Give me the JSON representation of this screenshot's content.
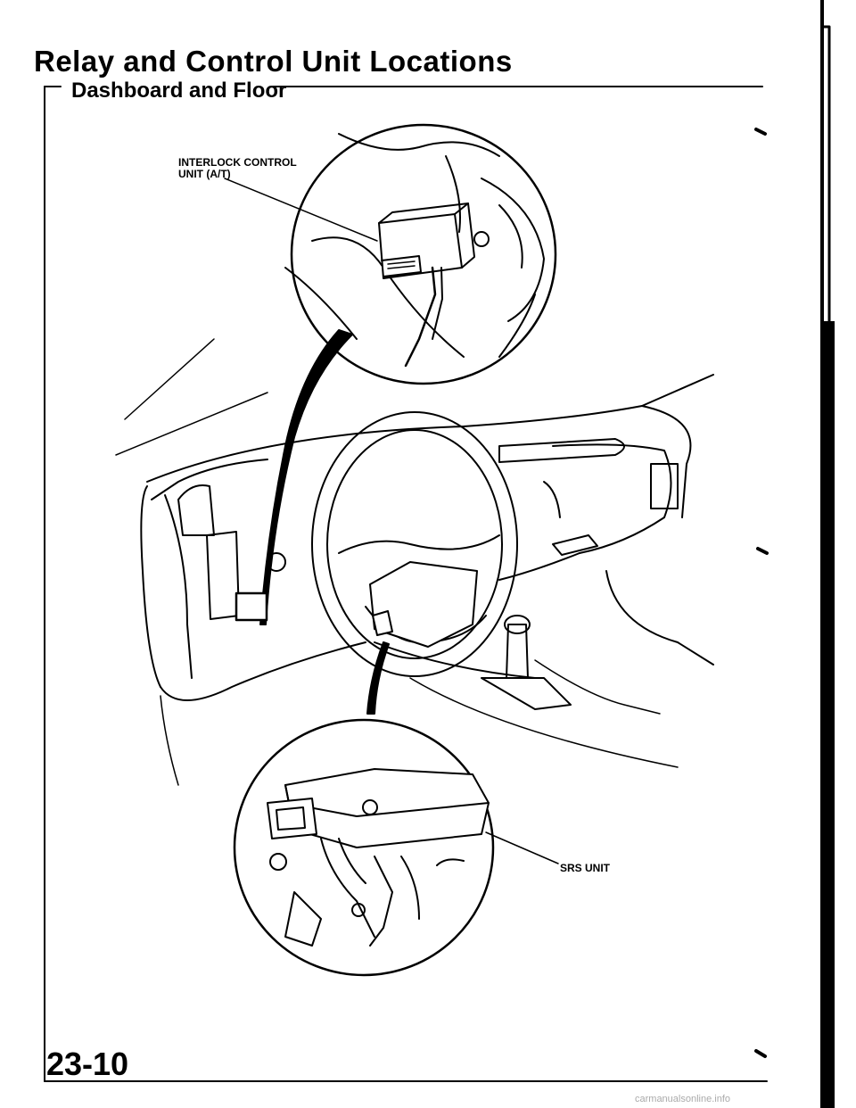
{
  "header": {
    "title": "Relay and Control Unit Locations",
    "section": "Dashboard and Floor"
  },
  "callouts": [
    {
      "label": "INTERLOCK CONTROL UNIT (A/T)",
      "line1": "INTERLOCK CONTROL",
      "line2": "UNIT (A/T)"
    },
    {
      "label": "SRS UNIT"
    }
  ],
  "footer": {
    "page_number": "23-10",
    "watermark": "carmanualsonline.info"
  }
}
